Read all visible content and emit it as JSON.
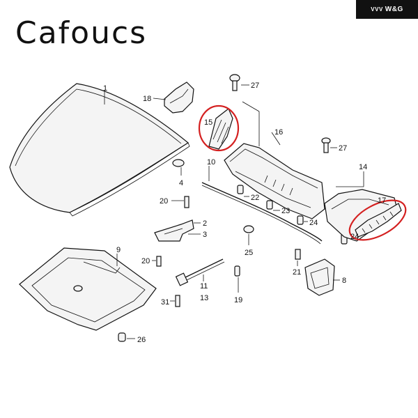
{
  "brand": {
    "name": "Cafoucs"
  },
  "badge": {
    "text": "W&G",
    "mark": "VVV"
  },
  "diagram": {
    "callouts": {
      "c1": "1",
      "c2": "2",
      "c3": "3",
      "c4": "4",
      "c8": "8",
      "c9": "9",
      "c10": "10",
      "c11": "11",
      "c13": "13",
      "c14": "14",
      "c15": "15",
      "c16": "16",
      "c17": "17",
      "c18": "18",
      "c19": "19",
      "c20a": "20",
      "c20b": "20",
      "c21": "21",
      "c22": "22",
      "c23": "23",
      "c24a": "24",
      "c24b": "24",
      "c25": "25",
      "c26": "26",
      "c27a": "27",
      "c27b": "27",
      "c31": "31"
    },
    "highlight_color": "#d42020"
  }
}
